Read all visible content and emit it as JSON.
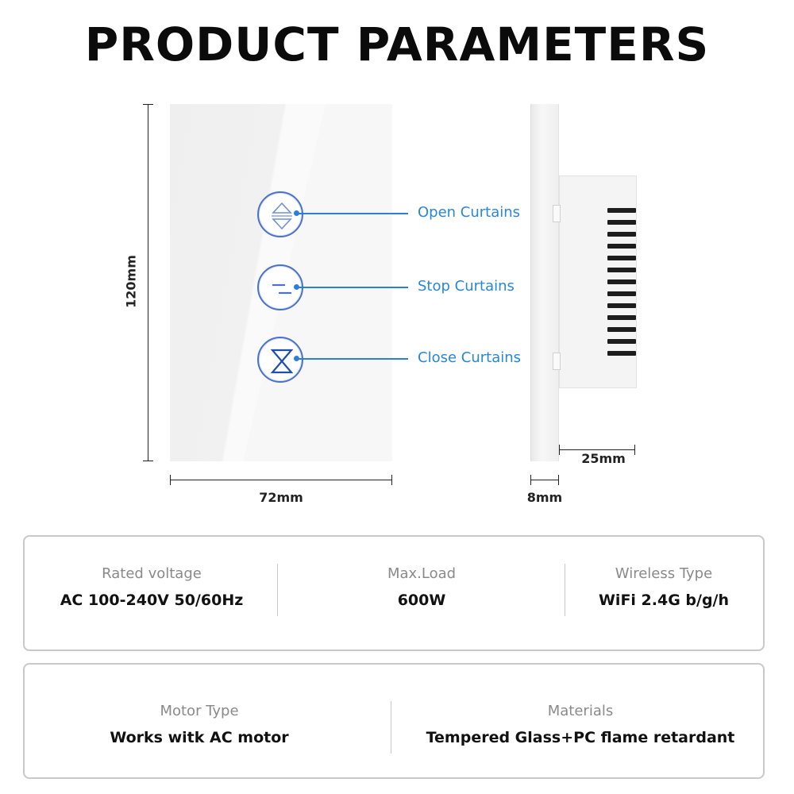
{
  "title": "PRODUCT PARAMETERS",
  "buttons": [
    {
      "label": "Open Curtains",
      "icon": "open-curtains-icon"
    },
    {
      "label": "Stop Curtains",
      "icon": "stop-curtains-icon"
    },
    {
      "label": "Close Curtains",
      "icon": "close-curtains-icon"
    }
  ],
  "dimensions": {
    "height": "120mm",
    "width": "72mm",
    "plate_depth": "8mm",
    "body_depth": "25mm"
  },
  "specs_row1": [
    {
      "label": "Rated voltage",
      "value": "AC 100-240V  50/60Hz"
    },
    {
      "label": "Max.Load",
      "value": "600W"
    },
    {
      "label": "Wireless Type",
      "value": "WiFi 2.4G b/g/h"
    }
  ],
  "specs_row2": [
    {
      "label": "Motor Type",
      "value": "Works witk AC motor"
    },
    {
      "label": "Materials",
      "value": "Tempered Glass+PC flame retardant"
    }
  ],
  "colors": {
    "accent_blue": "#2a86d8",
    "icon_blue": "#4a72c8",
    "border_gray": "#c9c9c9"
  }
}
